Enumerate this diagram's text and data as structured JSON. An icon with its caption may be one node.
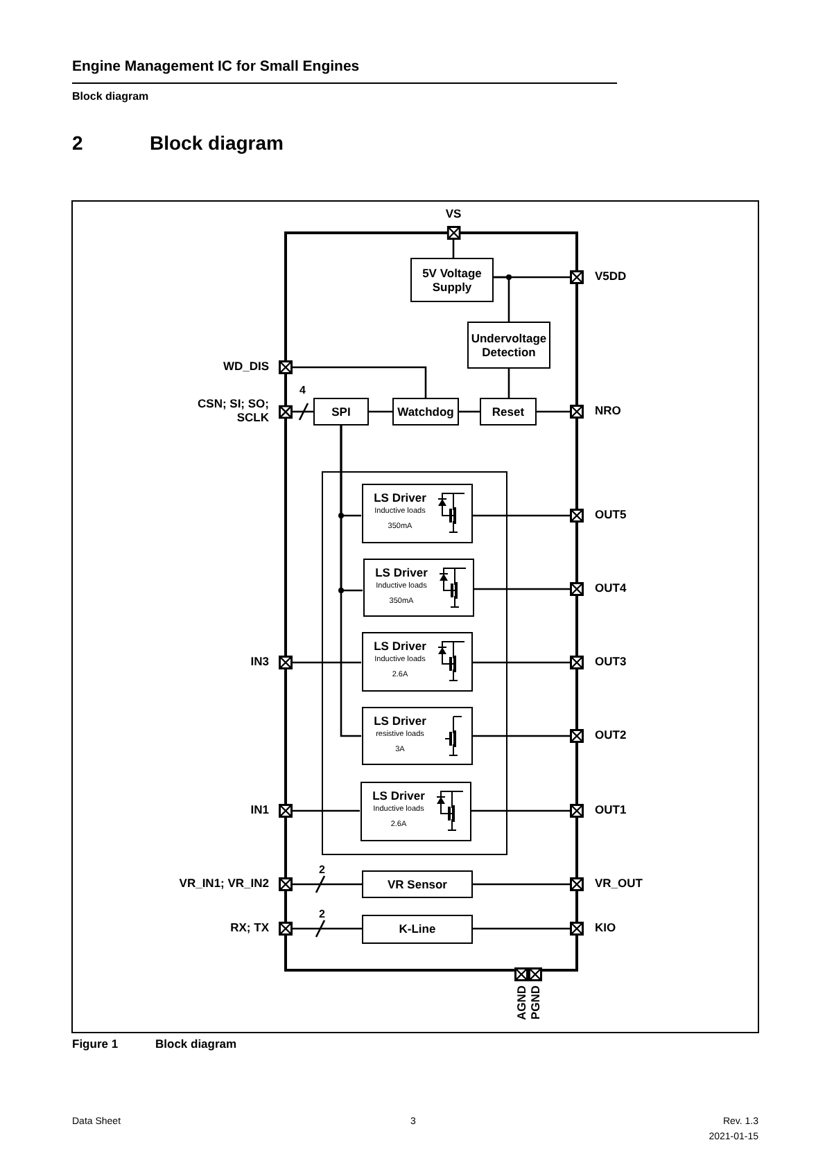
{
  "diagram": {
    "title": "Block diagram",
    "nodes": [
      {
        "text": [
          "VS"
        ]
      },
      {
        "text": [
          "5V Voltage Supply"
        ]
      },
      {
        "text": [
          "V5DD"
        ]
      },
      {
        "text": [
          "Undervoltage Detection"
        ]
      },
      {
        "text": [
          "WD_DIS"
        ]
      },
      {
        "text": [
          "CSN; SI; SO; SCLK"
        ]
      },
      {
        "text": [
          "SPI"
        ]
      },
      {
        "text": [
          "Watchdog"
        ]
      },
      {
        "text": [
          "Reset"
        ]
      },
      {
        "text": [
          "NRO"
        ]
      },
      {
        "text": [],
        "shape": "box"
      },
      {
        "text": [
          "LS Driver",
          "Inductive loads",
          "350mA"
        ],
        "in": 10
      },
      {
        "text": [
          "LS Driver",
          "Inductive loads",
          "350mA"
        ],
        "in": 10
      },
      {
        "text": [
          "LS Driver",
          "Inductive loads",
          "2.6A"
        ],
        "in": 10
      },
      {
        "text": [
          "LS Driver",
          "resistive loads",
          "3A"
        ],
        "in": 10
      },
      {
        "text": [
          "LS Driver",
          "Inductive loads",
          "2.6A"
        ],
        "in": 10
      },
      {
        "text": [
          "OUT5"
        ]
      },
      {
        "text": [
          "OUT4"
        ]
      },
      {
        "text": [
          "IN3"
        ]
      },
      {
        "text": [
          "OUT3"
        ]
      },
      {
        "text": [
          "OUT2"
        ]
      },
      {
        "text": [
          "IN1"
        ]
      },
      {
        "text": [
          "OUT1"
        ]
      },
      {
        "text": [
          "VR_IN1; VR_IN2"
        ]
      },
      {
        "text": [
          "VR Sensor"
        ]
      },
      {
        "text": [
          "VR_OUT"
        ]
      },
      {
        "text": [
          "RX; TX"
        ]
      },
      {
        "text": [
          "K-Line"
        ]
      },
      {
        "text": [
          "KIO"
        ]
      },
      {
        "text": [
          "AGND"
        ]
      },
      {
        "text": [
          "PGND"
        ]
      }
    ],
    "edges": [
      {
        "from": 0,
        "to": 1,
        "arrow": "none"
      },
      {
        "from": 1,
        "to": 2,
        "arrow": "none"
      },
      {
        "from": 1,
        "to": 3,
        "arrow": "none"
      },
      {
        "from": 3,
        "to": 8,
        "arrow": "none"
      },
      {
        "from": 4,
        "to": 7,
        "arrow": "none"
      },
      {
        "from": 5,
        "to": 6,
        "arrow": "none",
        "label": "4"
      },
      {
        "from": 6,
        "to": 7,
        "arrow": "none"
      },
      {
        "from": 7,
        "to": 8,
        "arrow": "none"
      },
      {
        "from": 8,
        "to": 9,
        "arrow": "none"
      },
      {
        "from": 6,
        "to": 11,
        "arrow": "none"
      },
      {
        "from": 6,
        "to": 12,
        "arrow": "none"
      },
      {
        "from": 6,
        "to": 14,
        "arrow": "none"
      },
      {
        "from": 18,
        "to": 13,
        "arrow": "none"
      },
      {
        "from": 21,
        "to": 15,
        "arrow": "none"
      },
      {
        "from": 11,
        "to": 16,
        "arrow": "none"
      },
      {
        "from": 12,
        "to": 17,
        "arrow": "none"
      },
      {
        "from": 13,
        "to": 19,
        "arrow": "none"
      },
      {
        "from": 14,
        "to": 20,
        "arrow": "none"
      },
      {
        "from": 15,
        "to": 22,
        "arrow": "none"
      },
      {
        "from": 23,
        "to": 24,
        "arrow": "none",
        "label": "2"
      },
      {
        "from": 24,
        "to": 25,
        "arrow": "none"
      },
      {
        "from": 26,
        "to": 27,
        "arrow": "none",
        "label": "2"
      },
      {
        "from": 27,
        "to": 28,
        "arrow": "none"
      }
    ],
    "labels": [
      "Engine Management IC for Small Engines",
      "Block diagram",
      "2",
      "Figure 1",
      "Block diagram",
      "Data Sheet",
      "3",
      "Rev. 1.3",
      "2021-01-15"
    ]
  }
}
